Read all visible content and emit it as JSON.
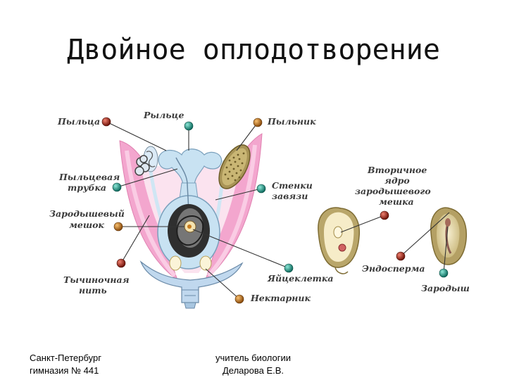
{
  "title": "Двойное оплодотворение",
  "labels": {
    "pollen": "Пыльца",
    "stigma": "Рыльце",
    "anther": "Пыльник",
    "pollen_tube_1": "Пыльцевая",
    "pollen_tube_2": "трубка",
    "embryo_sac_1": "Зародышевый",
    "embryo_sac_2": "мешок",
    "ovary_walls_1": "Стенки",
    "ovary_walls_2": "завязи",
    "secondary_nucleus_1": "Вторичное",
    "secondary_nucleus_2": "ядро",
    "secondary_nucleus_3": "зародышевого",
    "secondary_nucleus_4": "мешка",
    "filament_1": "Тычиночная",
    "filament_2": "нить",
    "egg_cell": "Яйцеклетка",
    "nectary": "Нектарник",
    "endosperm": "Эндосперма",
    "embryo": "Зародыш"
  },
  "footer": {
    "left_line1": "Санкт-Петербург",
    "left_line2": "гимназия № 441",
    "right_line1": "учитель биологии",
    "right_line2": "Деларова Е.В."
  },
  "colors": {
    "pin_red": "#8b1a10",
    "pin_teal": "#1a8f80",
    "pin_orange": "#b86a14",
    "petal_pink": "#f2a8cf",
    "pistil_blue": "#c8e2f2",
    "embryo_sac_dark": "#3b3b3b",
    "seed_olive": "#b8a870"
  }
}
